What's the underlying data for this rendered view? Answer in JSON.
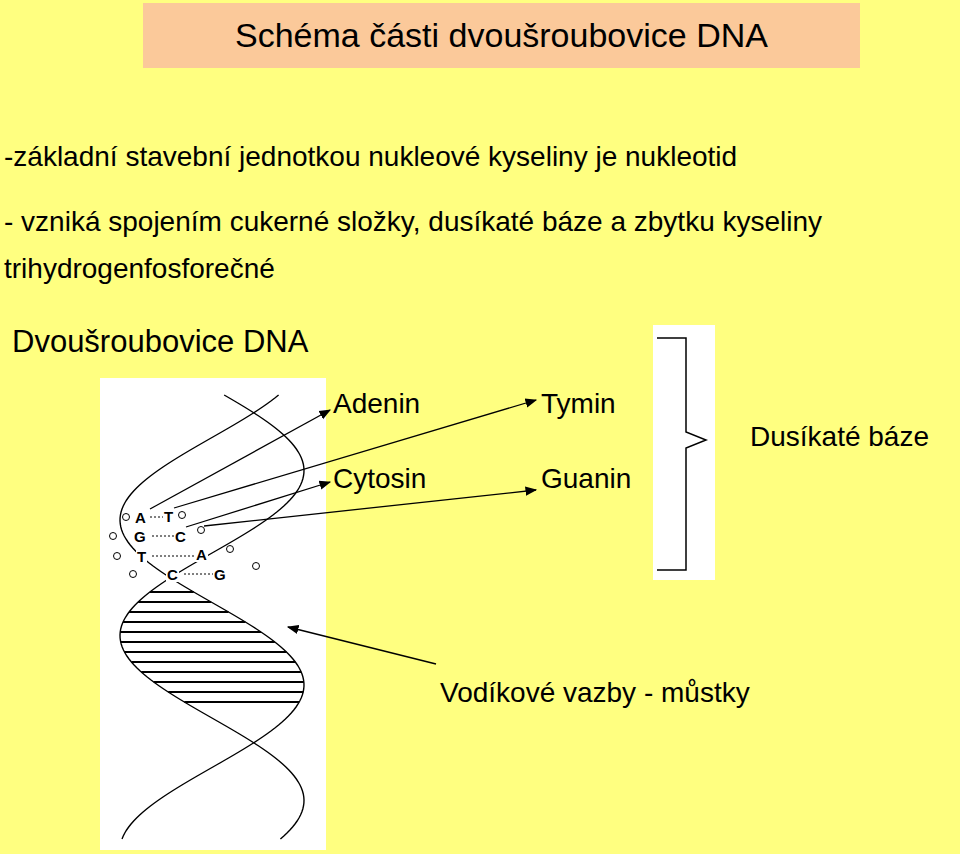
{
  "diagram": {
    "title": "Schéma části dvoušroubovice DNA",
    "labels": [
      "-základní stavební jednotkou nukleové kyseliny je nukleotid",
      "- vzniká spojením cukerné složky, dusíkaté báze a zbytku kyseliny trihydrogenfosforečné",
      "Dvoušroubovice DNA",
      "Adenin",
      "Tymin",
      "Cytosin",
      "Guanin",
      "Dusíkaté báze",
      "Vodíkové vazby - můstky",
      "A",
      "T",
      "G",
      "C",
      "T",
      "A",
      "C",
      "G"
    ]
  }
}
